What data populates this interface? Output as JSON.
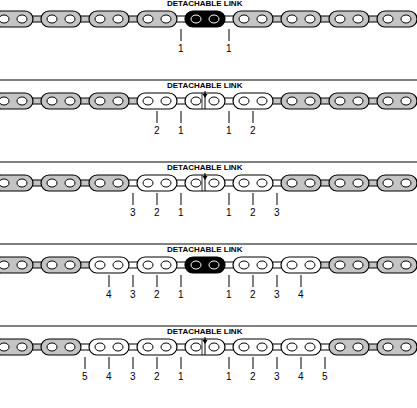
{
  "diagram": {
    "labels": [
      "DETACHABLE LINK",
      "1",
      "1",
      "DETACHABLE LINK",
      "2",
      "1",
      "1",
      "2",
      "DETACHABLE LINK",
      "3",
      "2",
      "1",
      "1",
      "2",
      "3",
      "DETACHABLE LINK",
      "4",
      "3",
      "2",
      "1",
      "1",
      "2",
      "3",
      "4",
      "DETACHABLE LINK",
      "5",
      "4",
      "3",
      "2",
      "1",
      "1",
      "2",
      "3",
      "4",
      "5"
    ]
  }
}
